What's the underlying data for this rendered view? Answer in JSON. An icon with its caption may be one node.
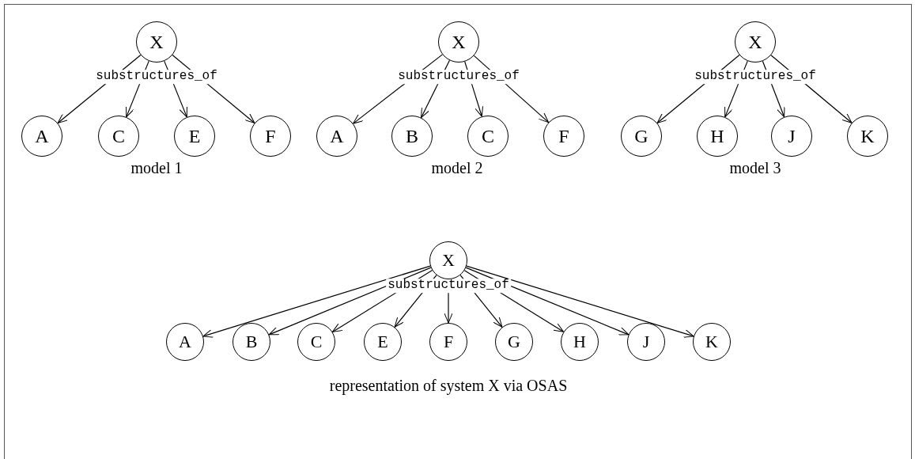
{
  "diagram": {
    "nodes": [
      {
        "text": [
          "X"
        ]
      },
      {
        "text": [
          "A"
        ]
      },
      {
        "text": [
          "C"
        ]
      },
      {
        "text": [
          "E"
        ]
      },
      {
        "text": [
          "F"
        ]
      },
      {
        "text": [
          "X"
        ]
      },
      {
        "text": [
          "A"
        ]
      },
      {
        "text": [
          "B"
        ]
      },
      {
        "text": [
          "C"
        ]
      },
      {
        "text": [
          "F"
        ]
      },
      {
        "text": [
          "X"
        ]
      },
      {
        "text": [
          "G"
        ]
      },
      {
        "text": [
          "H"
        ]
      },
      {
        "text": [
          "J"
        ]
      },
      {
        "text": [
          "K"
        ]
      },
      {
        "text": [
          "X"
        ]
      },
      {
        "text": [
          "A"
        ]
      },
      {
        "text": [
          "B"
        ]
      },
      {
        "text": [
          "C"
        ]
      },
      {
        "text": [
          "E"
        ]
      },
      {
        "text": [
          "F"
        ]
      },
      {
        "text": [
          "G"
        ]
      },
      {
        "text": [
          "H"
        ]
      },
      {
        "text": [
          "J"
        ]
      },
      {
        "text": [
          "K"
        ]
      }
    ],
    "edges": [
      {
        "from": 0,
        "to": 1,
        "arrow": "to",
        "label": "substructures_of"
      },
      {
        "from": 0,
        "to": 2,
        "arrow": "to"
      },
      {
        "from": 0,
        "to": 3,
        "arrow": "to"
      },
      {
        "from": 0,
        "to": 4,
        "arrow": "to"
      },
      {
        "from": 5,
        "to": 6,
        "arrow": "to",
        "label": "substructures_of"
      },
      {
        "from": 5,
        "to": 7,
        "arrow": "to"
      },
      {
        "from": 5,
        "to": 8,
        "arrow": "to"
      },
      {
        "from": 5,
        "to": 9,
        "arrow": "to"
      },
      {
        "from": 10,
        "to": 11,
        "arrow": "to",
        "label": "substructures_of"
      },
      {
        "from": 10,
        "to": 12,
        "arrow": "to"
      },
      {
        "from": 10,
        "to": 13,
        "arrow": "to"
      },
      {
        "from": 10,
        "to": 14,
        "arrow": "to"
      },
      {
        "from": 15,
        "to": 16,
        "arrow": "to",
        "label": "substructures_of"
      },
      {
        "from": 15,
        "to": 17,
        "arrow": "to"
      },
      {
        "from": 15,
        "to": 18,
        "arrow": "to"
      },
      {
        "from": 15,
        "to": 19,
        "arrow": "to"
      },
      {
        "from": 15,
        "to": 20,
        "arrow": "to"
      },
      {
        "from": 15,
        "to": 21,
        "arrow": "to"
      },
      {
        "from": 15,
        "to": 22,
        "arrow": "to"
      },
      {
        "from": 15,
        "to": 23,
        "arrow": "to"
      },
      {
        "from": 15,
        "to": 24,
        "arrow": "to"
      }
    ],
    "labels": [
      "model 1",
      "model 2",
      "model 3",
      "representation of system X via OSAS"
    ]
  }
}
